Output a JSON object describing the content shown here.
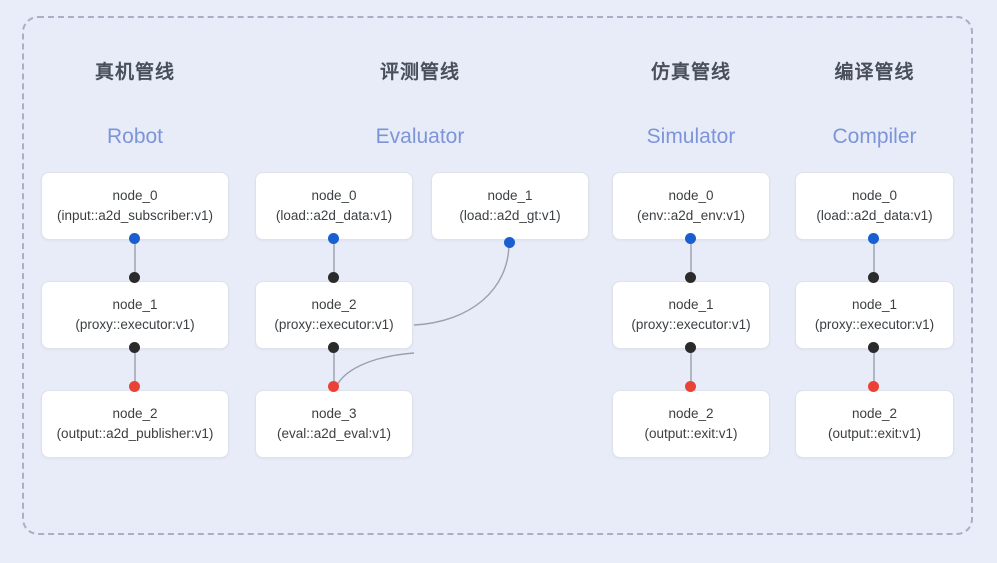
{
  "diagram": {
    "background_color": "#e9edf9",
    "panel_color": "#e8ecf8",
    "frame_border_color": "#a9b0c4",
    "accent_blue": "#7d95d8",
    "handle_colors": {
      "source": "#1a5fd0",
      "mid": "#2b2b2b",
      "sink": "#ea4335"
    },
    "edge_color": "#9aa0ac"
  },
  "columns": [
    {
      "title": "真机管线",
      "subtitle": "Robot",
      "nodes": [
        {
          "name": "node_0",
          "spec": "(input::a2d_subscriber:v1)"
        },
        {
          "name": "node_1",
          "spec": "(proxy::executor:v1)"
        },
        {
          "name": "node_2",
          "spec": "(output::a2d_publisher:v1)"
        }
      ]
    },
    {
      "title": "评测管线",
      "subtitle": "Evaluator",
      "nodes": [
        {
          "name": "node_0",
          "spec": "(load::a2d_data:v1)"
        },
        {
          "name": "node_1",
          "spec": "(load::a2d_gt:v1)"
        },
        {
          "name": "node_2",
          "spec": "(proxy::executor:v1)"
        },
        {
          "name": "node_3",
          "spec": "(eval::a2d_eval:v1)"
        }
      ]
    },
    {
      "title": "仿真管线",
      "subtitle": "Simulator",
      "nodes": [
        {
          "name": "node_0",
          "spec": "(env::a2d_env:v1)"
        },
        {
          "name": "node_1",
          "spec": "(proxy::executor:v1)"
        },
        {
          "name": "node_2",
          "spec": "(output::exit:v1)"
        }
      ]
    },
    {
      "title": "编译管线",
      "subtitle": "Compiler",
      "nodes": [
        {
          "name": "node_0",
          "spec": "(load::a2d_data:v1)"
        },
        {
          "name": "node_1",
          "spec": "(proxy::executor:v1)"
        },
        {
          "name": "node_2",
          "spec": "(output::exit:v1)"
        }
      ]
    }
  ]
}
